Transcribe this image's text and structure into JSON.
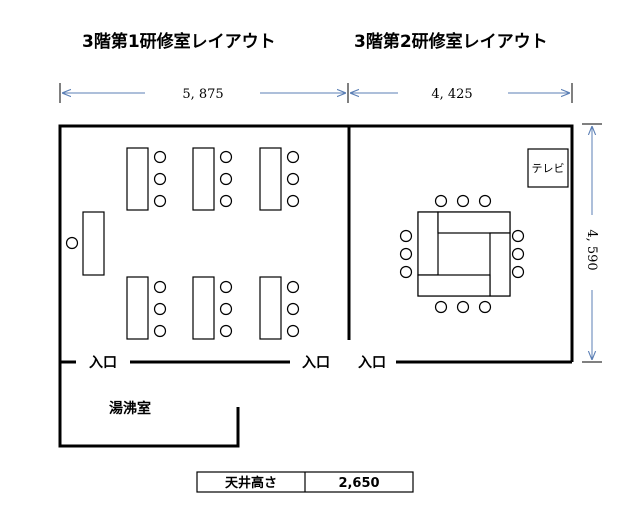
{
  "titles": {
    "room1": "3階第1研修室レイアウト",
    "room2": "3階第2研修室レイアウト"
  },
  "dimensions": {
    "room1_width": "5, 875",
    "room2_width": "4, 425",
    "depth": "4, 590"
  },
  "entrances": {
    "label": "入口"
  },
  "rooms": {
    "kitchenette": "湯沸室"
  },
  "fixtures": {
    "tv": "テレビ"
  },
  "ceiling": {
    "label": "天井高さ",
    "value": "2,650"
  }
}
